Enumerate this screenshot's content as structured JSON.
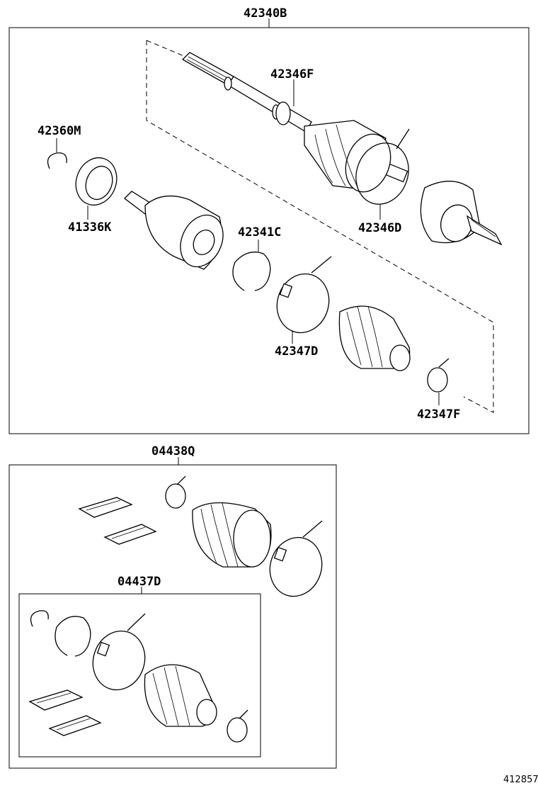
{
  "labels": {
    "assembly": "42340B",
    "boot_band_inner_top": "42346F",
    "snap_ring_small": "42360M",
    "bearing_ring": "41336K",
    "boot_band_outer": "42346D",
    "snap_ring_large": "42341C",
    "boot_band_large": "42347D",
    "boot_band_small": "42347F",
    "boot_kit_outer": "04438Q",
    "boot_kit_inner": "04437D"
  },
  "figure_code": "412857"
}
